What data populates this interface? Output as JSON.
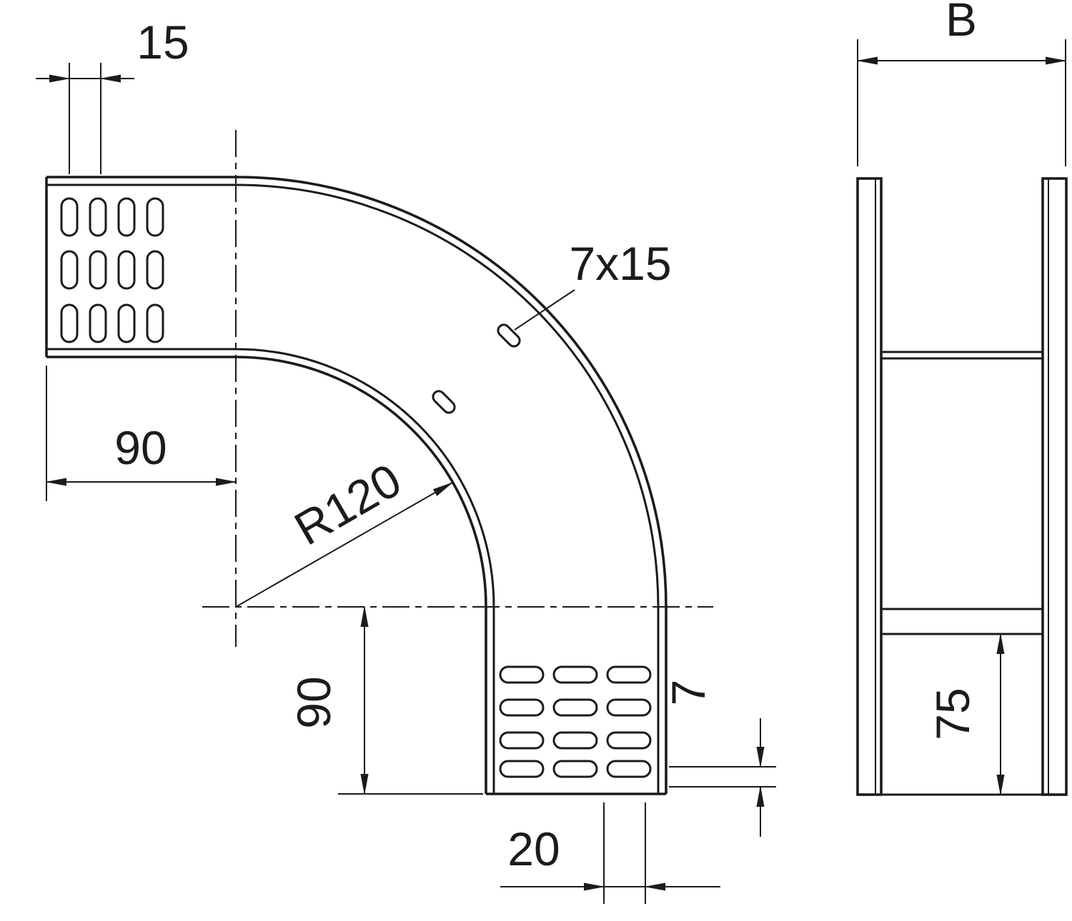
{
  "page": {
    "background": "#ffffff",
    "line_color": "#1b1b1b",
    "description_name": "cable-tray-90-degree-bend-technical-drawing"
  },
  "plan_view": {
    "labels": {
      "slot_pitch": "15",
      "slot_size": "7x15",
      "top_leg": "90",
      "radius": "R120",
      "bottom_leg": "90",
      "end_slot_offset": "20",
      "flange_height": "7"
    }
  },
  "side_view": {
    "labels": {
      "width": "B",
      "rail_height": "75"
    }
  }
}
